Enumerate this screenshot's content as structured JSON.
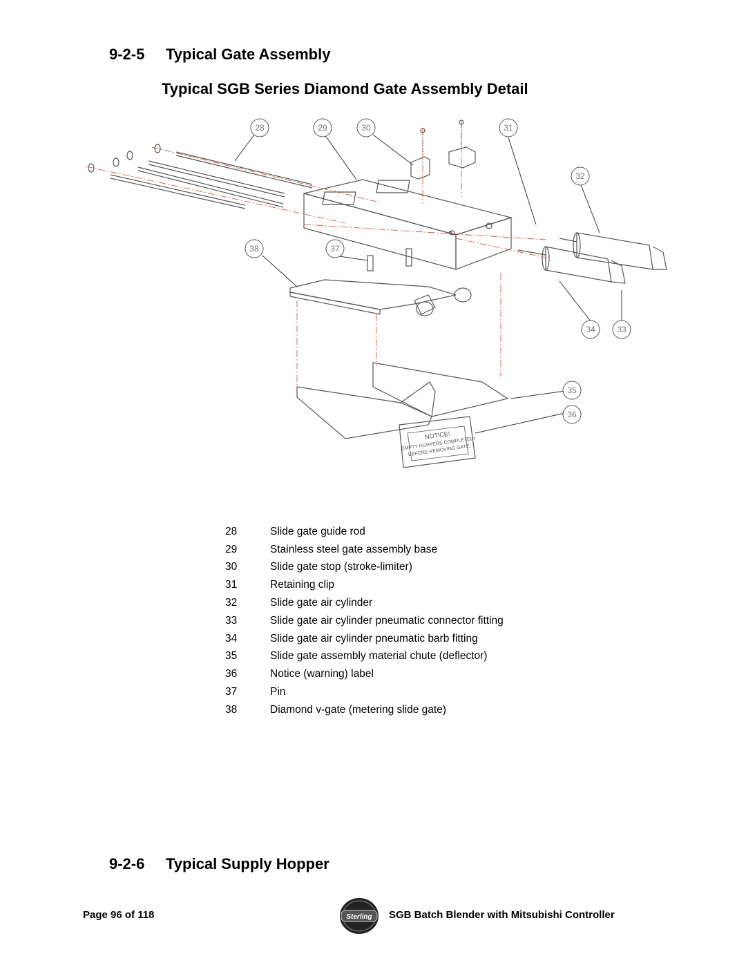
{
  "section1": {
    "number": "9-2-5",
    "title": "Typical Gate Assembly"
  },
  "subtitle": "Typical SGB Series Diamond Gate Assembly Detail",
  "callouts": [
    "28",
    "29",
    "30",
    "31",
    "32",
    "33",
    "34",
    "35",
    "36",
    "37",
    "38"
  ],
  "notice_label": {
    "title": "NOTICE!",
    "line1": "EMPTY HOPPERS COMPLETELY",
    "line2": "BEFORE REMOVING GATE."
  },
  "parts": [
    {
      "no": "28",
      "desc": "Slide gate guide rod"
    },
    {
      "no": "29",
      "desc": "Stainless steel gate assembly base"
    },
    {
      "no": "30",
      "desc": "Slide gate stop (stroke-limiter)"
    },
    {
      "no": "31",
      "desc": "Retaining clip"
    },
    {
      "no": "32",
      "desc": "Slide gate air cylinder"
    },
    {
      "no": "33",
      "desc": "Slide gate air cylinder pneumatic connector fitting"
    },
    {
      "no": "34",
      "desc": "Slide gate air cylinder pneumatic barb fitting"
    },
    {
      "no": "35",
      "desc": "Slide gate assembly material chute (deflector)"
    },
    {
      "no": "36",
      "desc": "Notice (warning) label"
    },
    {
      "no": "37",
      "desc": "Pin"
    },
    {
      "no": "38",
      "desc": "Diamond v-gate (metering slide gate)"
    }
  ],
  "section2": {
    "number": "9-2-6",
    "title": "Typical Supply Hopper"
  },
  "footer": {
    "page": "Page 96 of 118",
    "doc_title": "SGB Batch Blender with Mitsubishi Controller",
    "logo_text": "Sterling"
  },
  "colors": {
    "centerline": "#d04040",
    "line": "#555555"
  }
}
